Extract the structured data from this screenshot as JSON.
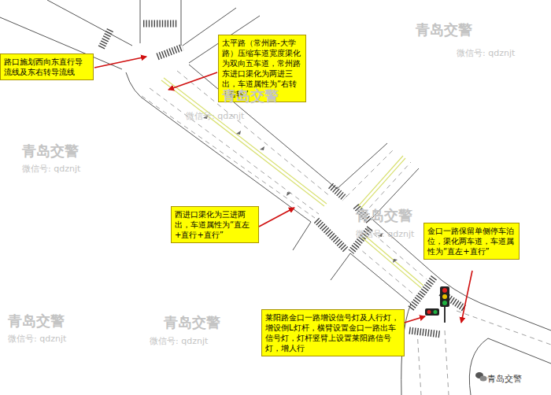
{
  "diagram": {
    "nodes": [
      {
        "text": [
          "路口施划西向东直行导流线及东右转导流线"
        ]
      },
      {
        "text": [
          "太平路（常州路-大学路）压缩车道宽度渠化为双向五车道，常州路东进口渠化为两进三出，车道属性为“右转+右转”"
        ]
      },
      {
        "text": [
          "西进口渠化为三进两出，车道属性为“直左+直行+直行”"
        ]
      },
      {
        "text": [
          "金口一路保留单侧停车泊位，渠化两车道，车道属性为“直左+直行”"
        ]
      },
      {
        "text": [
          "莱阳路金口一路增设信号灯及人行灯，增设倒L灯杆，横臂设置金口一路出车信号灯，灯杆竖臂上设置莱阳路信号灯，增人行"
        ]
      }
    ],
    "labels": [
      "青岛交警",
      "微信号: qdznjt",
      "青岛交警",
      "微信号: qdznjt",
      "青岛交警",
      "微信号: qdznjt",
      "青岛交警",
      "微信号: qdznjt",
      "青岛交警",
      "微信号: qdznjt",
      "青岛交警",
      "微信号: qdznjt",
      "青岛交警"
    ]
  }
}
